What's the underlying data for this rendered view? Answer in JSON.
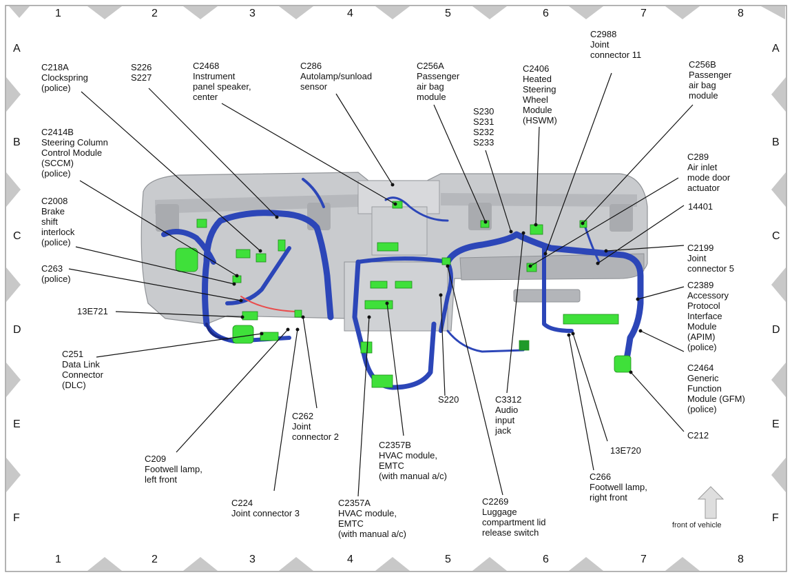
{
  "grid": {
    "columns": [
      "1",
      "2",
      "3",
      "4",
      "5",
      "6",
      "7",
      "8"
    ],
    "rows": [
      "A",
      "B",
      "C",
      "D",
      "E",
      "F"
    ]
  },
  "callouts": [
    {
      "id": "c218a",
      "text": "C218A\nClockspring\n(police)"
    },
    {
      "id": "s226",
      "text": "S226\nS227"
    },
    {
      "id": "c2468",
      "text": "C2468\nInstrument\npanel speaker,\ncenter"
    },
    {
      "id": "c286",
      "text": "C286\nAutolamp/sunload\nsensor"
    },
    {
      "id": "c256a",
      "text": "C256A\nPassenger\nair bag\nmodule"
    },
    {
      "id": "s230",
      "text": "S230\nS231\nS232\nS233"
    },
    {
      "id": "c2406",
      "text": "C2406\nHeated\nSteering\nWheel\nModule\n(HSWM)"
    },
    {
      "id": "c2988",
      "text": "C2988\nJoint\nconnector 11"
    },
    {
      "id": "c256b",
      "text": "C256B\nPassenger\nair bag\nmodule"
    },
    {
      "id": "c2414b",
      "text": "C2414B\nSteering Column\nControl Module\n(SCCM)\n(police)"
    },
    {
      "id": "c289",
      "text": "C289\nAir inlet\nmode door\nactuator"
    },
    {
      "id": "n14401",
      "text": "14401"
    },
    {
      "id": "c2008",
      "text": "C2008\nBrake\nshift\ninterlock\n(police)"
    },
    {
      "id": "c2199",
      "text": "C2199\nJoint\nconnector 5"
    },
    {
      "id": "c263",
      "text": "C263\n(police)"
    },
    {
      "id": "c2389",
      "text": "C2389\nAccessory\nProtocol\nInterface\nModule\n(APIM)\n(police)"
    },
    {
      "id": "n13e721",
      "text": "13E721"
    },
    {
      "id": "c251",
      "text": "C251\nData Link\nConnector\n(DLC)"
    },
    {
      "id": "c2464",
      "text": "C2464\nGeneric\nFunction\nModule (GFM)\n(police)"
    },
    {
      "id": "s220",
      "text": "S220"
    },
    {
      "id": "c3312",
      "text": "C3312\nAudio\ninput\njack"
    },
    {
      "id": "c262",
      "text": "C262\nJoint\nconnector 2"
    },
    {
      "id": "c212",
      "text": "C212"
    },
    {
      "id": "c2357b",
      "text": "C2357B\nHVAC module,\nEMTC\n(with manual a/c)"
    },
    {
      "id": "n13e720",
      "text": "13E720"
    },
    {
      "id": "c209",
      "text": "C209\nFootwell lamp,\nleft front"
    },
    {
      "id": "c266",
      "text": "C266\nFootwell lamp,\nright front"
    },
    {
      "id": "c224",
      "text": "C224\nJoint connector 3"
    },
    {
      "id": "c2357a",
      "text": "C2357A\nHVAC module,\nEMTC\n(with manual a/c)"
    },
    {
      "id": "c2269",
      "text": "C2269\nLuggage\ncompartment lid\nrelease switch"
    }
  ],
  "front_of_vehicle": "front of vehicle",
  "colors": {
    "harness": "#2c46b8",
    "harness_dark": "#1a2a88",
    "connector": "#3fe03a",
    "dash": "#c9cbce",
    "frame_triangle": "#c8c8c8"
  }
}
